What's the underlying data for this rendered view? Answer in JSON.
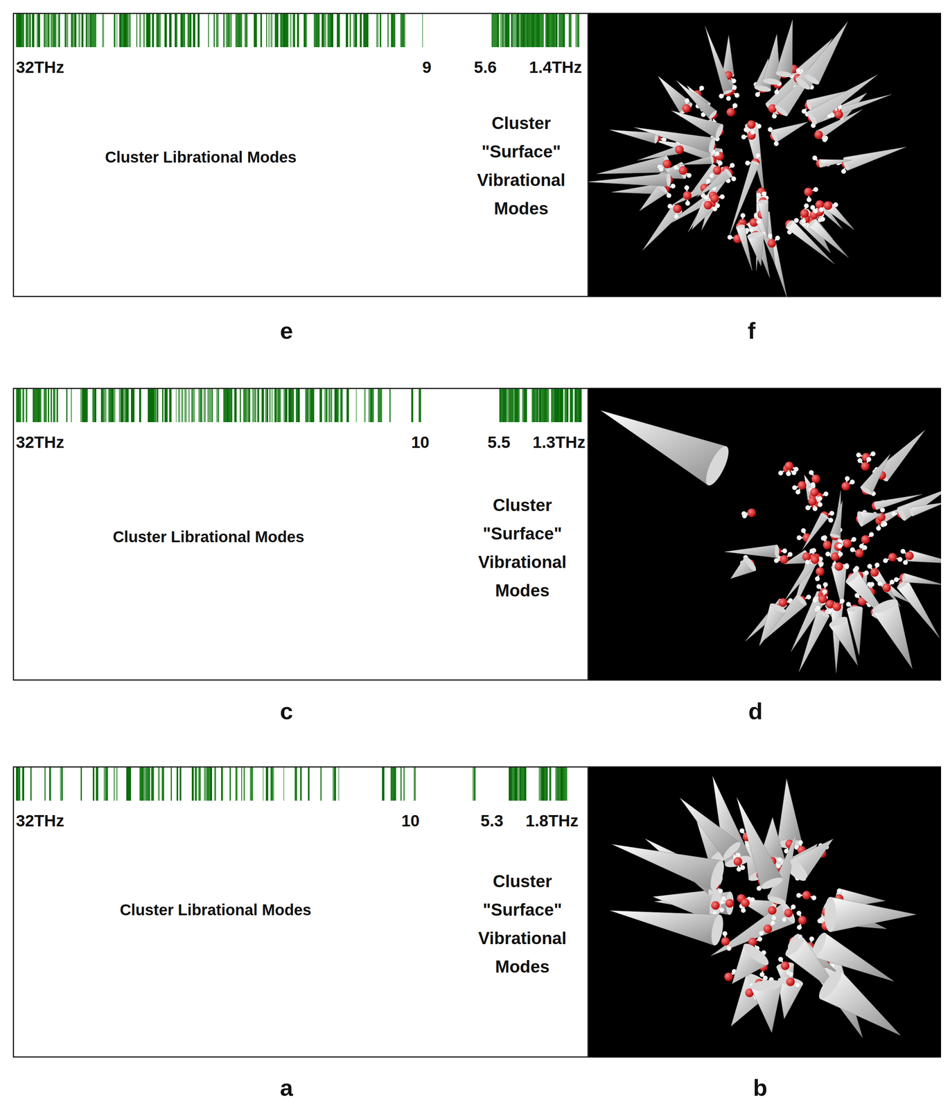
{
  "diagram": {
    "nodes": [
      {
        "text": [
          "Cluster Librational Modes",
          "Cluster \"Surface\" Vibrational Modes"
        ]
      },
      {
        "text": [
          "Cluster Librational Modes",
          "Cluster \"Surface\" Vibrational Modes"
        ]
      },
      {
        "text": [
          "Cluster Librational Modes",
          "Cluster \"Surface\" Vibrational Modes"
        ]
      }
    ],
    "labels": [
      "32THz",
      "9",
      "5.6",
      "1.4THz",
      "e",
      "f",
      "32THz",
      "10",
      "5.5",
      "1.3THz",
      "c",
      "d",
      "32THz",
      "10",
      "5.3",
      "1.8THz",
      "a",
      "b"
    ]
  }
}
